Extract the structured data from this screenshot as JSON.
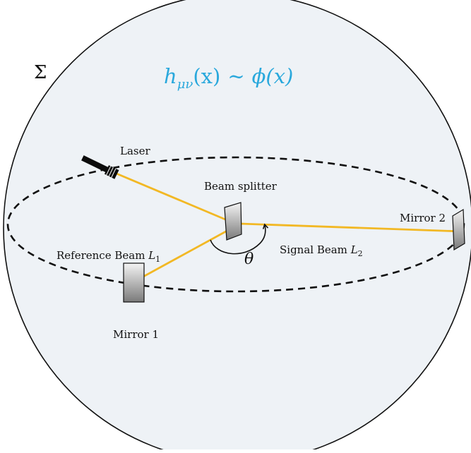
{
  "surface_label": "Σ",
  "field_equation": {
    "lhs": "h",
    "subscript": "μν",
    "lhs_arg": "(x)",
    "relation": "∼",
    "rhs": "ϕ(x)"
  },
  "components": {
    "laser": "Laser",
    "beam_splitter": "Beam splitter",
    "mirror_1": "Mirror 1",
    "mirror_2": "Mirror 2"
  },
  "beams": {
    "reference": {
      "text": "Reference Beam ",
      "symbol": "L",
      "index": "1"
    },
    "signal": {
      "text": "Signal Beam ",
      "symbol": "L",
      "index": "2"
    }
  },
  "angle_label": "θ",
  "colors": {
    "sphere_fill": "#eef2f6",
    "outline": "#111111",
    "beam": "#f2b824",
    "equation": "#29a8dc",
    "mirror_gradient_top": "#f4f4f4",
    "mirror_gradient_bottom": "#7a7a7a"
  },
  "icons": {
    "laser": "laser-pointer-icon",
    "mirror": "flat-mirror-icon"
  }
}
